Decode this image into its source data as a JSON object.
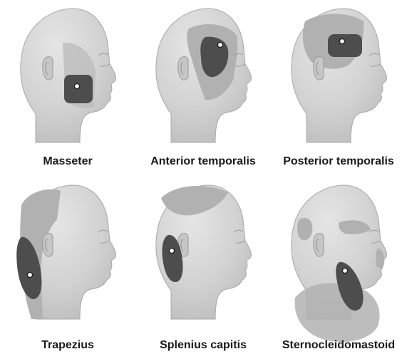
{
  "panels": [
    {
      "label": "Masseter"
    },
    {
      "label": "Anterior temporalis"
    },
    {
      "label": "Posterior temporalis"
    },
    {
      "label": "Trapezius"
    },
    {
      "label": "Splenius capitis"
    },
    {
      "label": "Sternocleidomastoid"
    }
  ],
  "colors": {
    "background": "#ffffff",
    "head_fill": "#d3d3d3",
    "referred_pain": "#b1b1b1",
    "trigger_zone": "#4d4d4d",
    "trigger_point": "#ffffff",
    "caption_text": "#1a1a1a"
  }
}
